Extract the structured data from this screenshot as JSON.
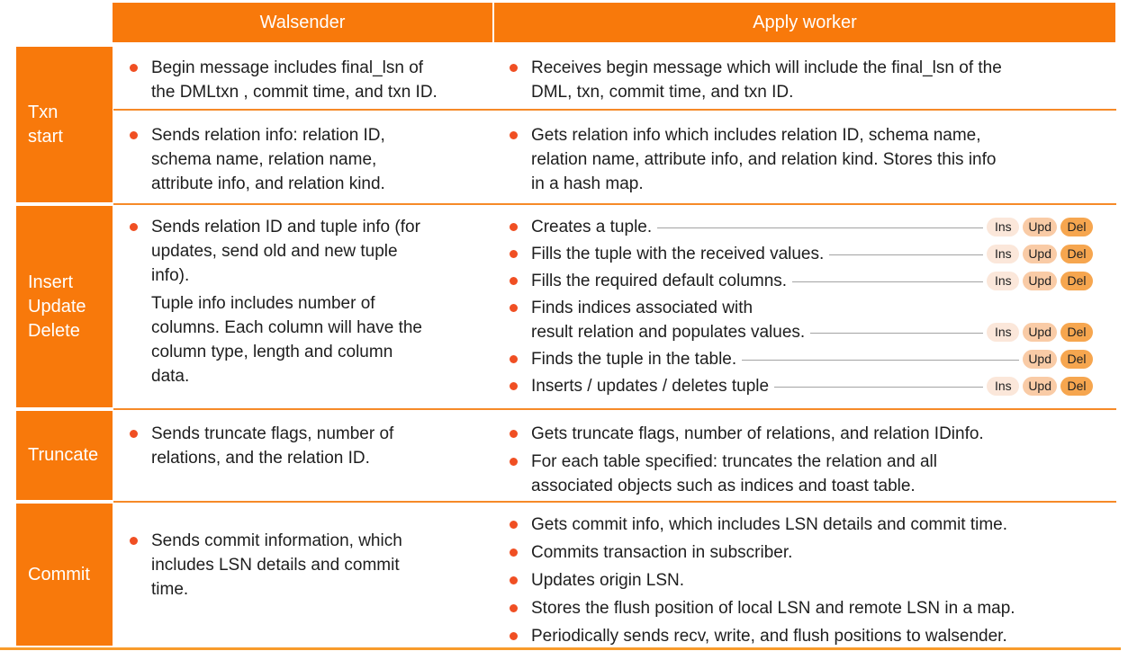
{
  "colors": {
    "primary_orange": "#F8790B",
    "bullet_orange_red": "#F04F23",
    "divider_orange": "#F68A28",
    "bottom_line_orange": "#F89B2B",
    "badge_ins_bg": "#FBE7DA",
    "badge_upd_bg": "#F9CBA6",
    "badge_del_bg": "#F6A64F",
    "connector_gray": "#A3A3A3",
    "header_text": "#FFFFFF",
    "body_text": "#1E1E1E"
  },
  "table": {
    "headers": [
      "Walsender",
      "Apply worker"
    ],
    "row_labels": [
      "Txn\nstart",
      "Insert\nUpdate\nDelete",
      "Truncate",
      "Commit"
    ],
    "txn_start": {
      "sub1": {
        "walsender": "Begin message includes final_lsn of\nthe DMLtxn , commit time, and txn ID.",
        "apply": "Receives begin message which will include the final_lsn of the\nDML, txn,  commit time, and txn ID."
      },
      "sub2": {
        "walsender": "Sends relation info: relation ID,\nschema name, relation name,\nattribute info, and relation kind.",
        "apply": "Gets relation info which includes relation ID, schema name,\nrelation name, attribute info, and relation kind. Stores this info\nin a hash map."
      }
    },
    "dml": {
      "walsender_bullet": "Sends relation ID and tuple info (for\nupdates, send old and new tuple\ninfo).",
      "walsender_note": "Tuple info includes number of\ncolumns. Each column will have the\ncolumn type, length and column\ndata.",
      "apply_items": [
        {
          "text": "Creates a tuple.",
          "badges": [
            "Ins",
            "Upd",
            "Del"
          ]
        },
        {
          "text": "Fills the tuple with the received values.",
          "badges": [
            "Ins",
            "Upd",
            "Del"
          ]
        },
        {
          "text": "Fills the required default columns.",
          "badges": [
            "Ins",
            "Upd",
            "Del"
          ]
        },
        {
          "text": "Finds indices associated with\nresult relation and populates values.",
          "badges": [
            "Ins",
            "Upd",
            "Del"
          ]
        },
        {
          "text": "Finds the tuple in the table.",
          "badges": [
            "Upd",
            "Del"
          ]
        },
        {
          "text": "Inserts / updates / deletes tuple",
          "badges": [
            "Ins",
            "Upd",
            "Del"
          ]
        }
      ]
    },
    "truncate": {
      "walsender": "Sends truncate flags, number of\nrelations, and the relation ID.",
      "apply": [
        "Gets truncate flags, number of relations, and relation IDinfo.",
        "For each table specified: truncates the relation and all\nassociated objects such as indices and toast table."
      ]
    },
    "commit": {
      "walsender": "Sends commit information, which\nincludes LSN details and commit\ntime.",
      "apply": [
        "Gets commit info, which includes LSN details and commit time.",
        "Commits transaction in subscriber.",
        "Updates origin LSN.",
        "Stores the flush position of local LSN and remote LSN in a map.",
        "Periodically sends recv, write, and flush positions to walsender."
      ]
    }
  }
}
